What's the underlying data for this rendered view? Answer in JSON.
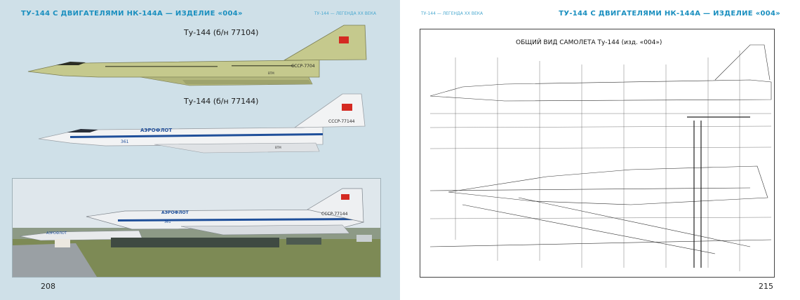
{
  "left_page": {
    "header_title": "ТУ-144 С ДВИГАТЕЛЯМИ НК-144А — ИЗДЕЛИЕ «004»",
    "header_sub": "ТУ-144 — ЛЕГЕНДА ХХ ВЕКА",
    "caption_top": "Ту-144 (б/н 77104)",
    "caption_middle": "Ту-144 (б/н 77144)",
    "plane1_tail_reg": "СССР-7704",
    "plane1_code": "ВТМ",
    "plane2_brand": "АЭРОФЛОТ",
    "plane2_tail_reg": "СССР-77144",
    "plane2_nose_number": "361",
    "plane2_code": "ВТМ",
    "photo_plane_brand": "АЭРОФЛОТ",
    "photo_plane_reg": "СССР-77144",
    "photo_plane_nose": "361",
    "photo_bg_plane_brand": "АЭРОФЛОТ",
    "page_number": "208"
  },
  "right_page": {
    "header_title": "ТУ-144 С ДВИГАТЕЛЯМИ НК-144А — ИЗДЕЛИЕ «004»",
    "header_sub": "ТУ-144 — ЛЕГЕНДА ХХ ВЕКА",
    "drawing_title": "ОБЩИЙ ВИД САМОЛЕТА Ту-144 (изд. «004»)",
    "page_number": "215"
  },
  "colors": {
    "accent": "#1a8fbf",
    "left_background": "#cfe0e8",
    "plane1_body": "#c5c98d",
    "plane2_body": "#f2f3f4",
    "stripe_blue": "#1f4f9a",
    "flag_red": "#d42a22"
  }
}
